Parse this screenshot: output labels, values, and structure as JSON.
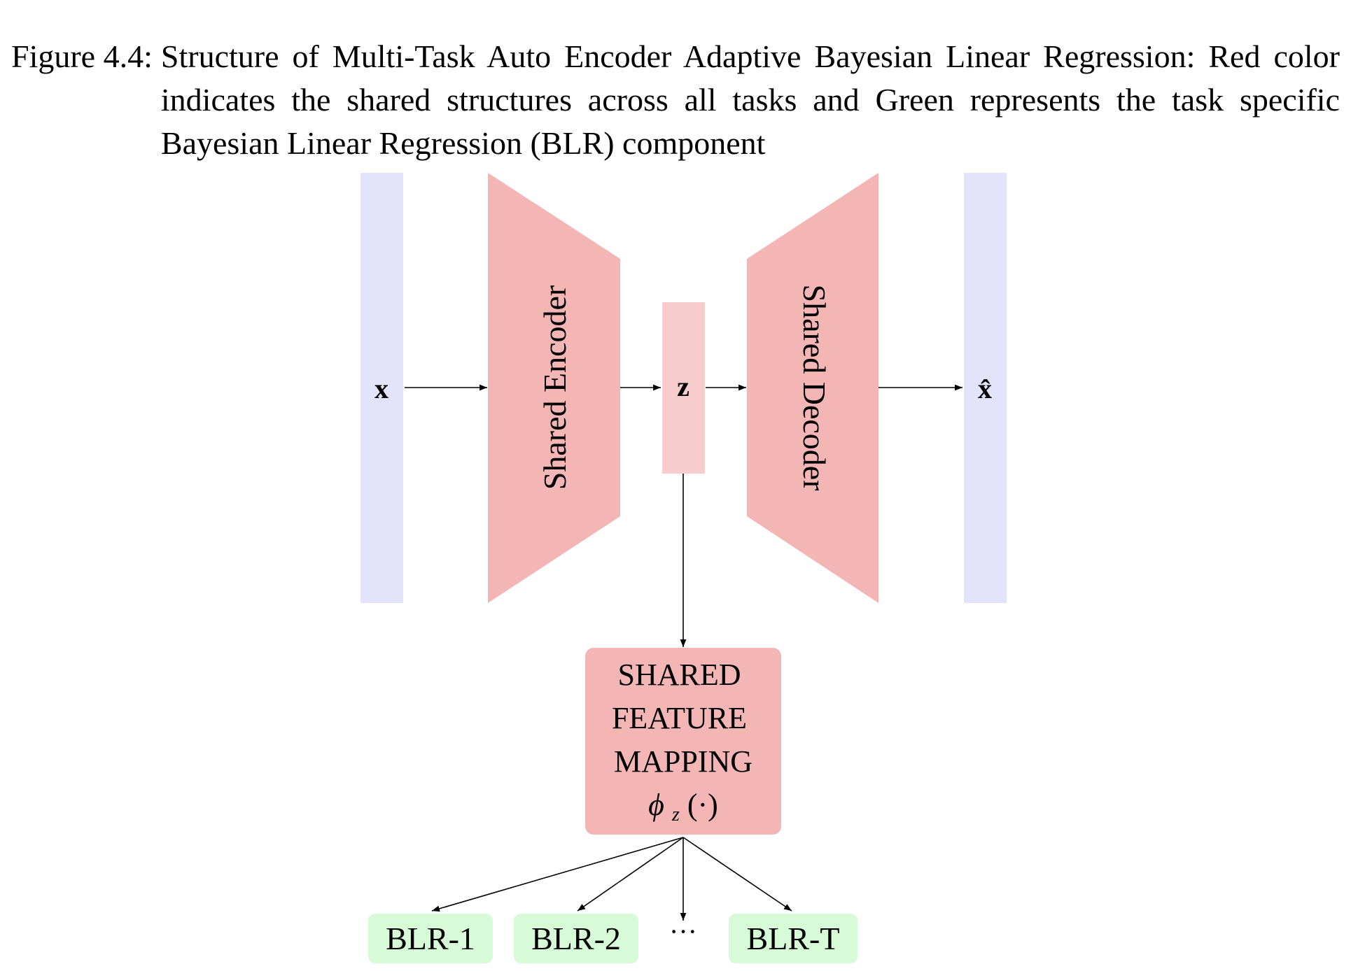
{
  "caption": {
    "label": "Figure 4.4:",
    "text": "Structure of Multi-Task Auto Encoder Adaptive Bayesian Linear Regression: Red color indicates the shared structures across all tasks and Green represents the task specific Bayesian Linear Regression (BLR) component"
  },
  "diagram": {
    "input_label": "x",
    "encoder_label": "Shared Encoder",
    "latent_label": "z",
    "decoder_label": "Shared Decoder",
    "output_label": "x̂",
    "mapping": {
      "line1": "SHARED",
      "line2": "FEATURE",
      "line3": "MAPPING",
      "formula_symbol": "ϕ",
      "formula_subscript": "z",
      "formula_arg": "(·)"
    },
    "blr_nodes": [
      "BLR-1",
      "BLR-2",
      "BLR-T"
    ],
    "ellipsis": "···"
  },
  "colors": {
    "shared": "#f4b5b5",
    "latent": "#f7cccc",
    "io": "#e3e3fb",
    "task": "#d6fbd6"
  }
}
